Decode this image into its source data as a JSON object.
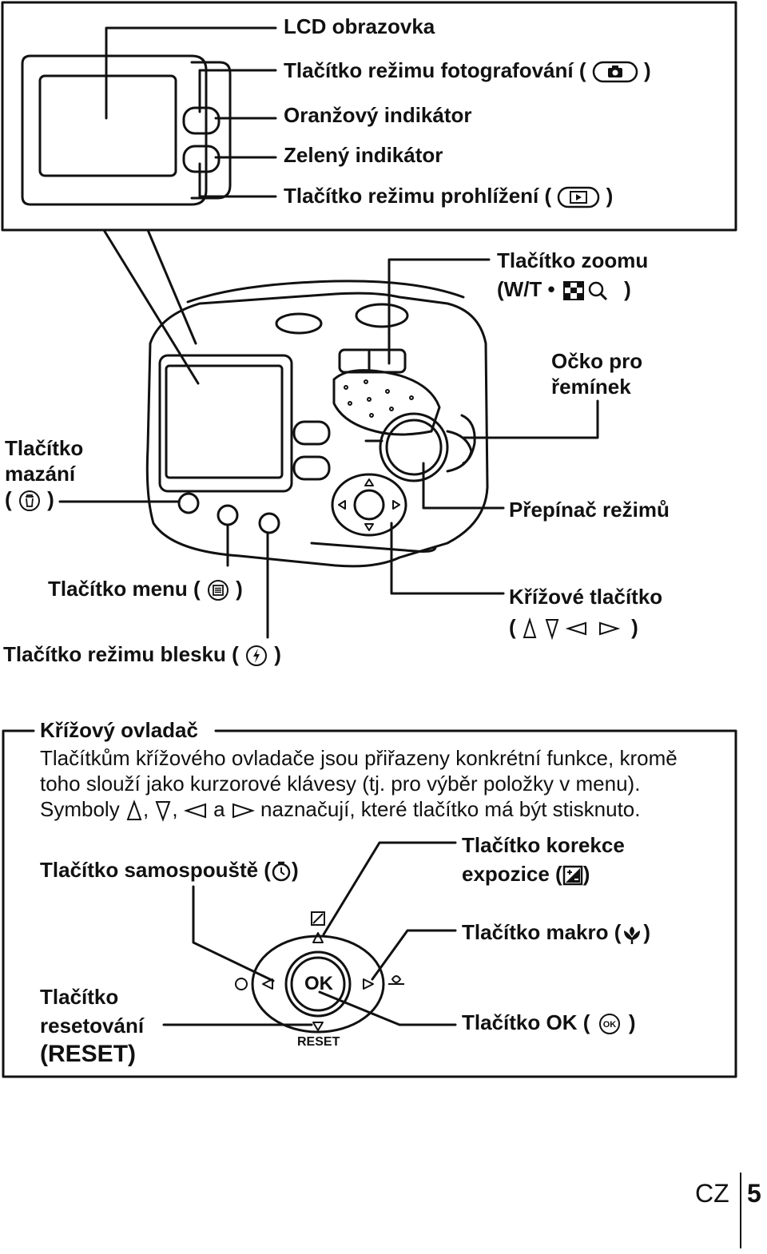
{
  "labels": {
    "lcd": "LCD obrazovka",
    "shoot_mode_pre": "Tlačítko režimu fotografování (",
    "shoot_mode_post": ")",
    "orange_indicator": "Oranžový indikátor",
    "green_indicator": "Zelený indikátor",
    "playback_pre": "Tlačítko režimu prohlížení (",
    "playback_post": ")",
    "zoom_line1": "Tlačítko zoomu",
    "zoom_line2_pre": "(W/T •",
    "zoom_line2_post": ")",
    "strap_line1": "Očko pro",
    "strap_line2": "řemínek",
    "erase_line1": "Tlačítko",
    "erase_line2": "mazání",
    "erase_line3_pre": "(",
    "erase_line3_post": ")",
    "mode_dial": "Přepínač režimů",
    "menu_pre": "Tlačítko menu (",
    "menu_post": ")",
    "flash_pre": "Tlačítko režimu blesku (",
    "flash_post": ")",
    "arrow_line1": "Křížové tlačítko",
    "arrow_line2_pre": "(",
    "arrow_line2_post": ")"
  },
  "arrow_pad": {
    "title": "Křížový ovladač",
    "line1": "Tlačítkům křížového ovladače jsou přiřazeny konkrétní funkce, kromě",
    "line2": "toho slouží jako kurzorové klávesy (tj. pro výběr položky v menu).",
    "line3_symbols": "Symboly",
    "line3_comma1": ",",
    "line3_comma2": ",",
    "line3_and": "a",
    "line3_rest": "naznačují, které tlačítko má být stisknuto."
  },
  "pad_labels": {
    "selftimer_pre": "Tlačítko samospouště (",
    "selftimer_post": ")",
    "exposure_line1": "Tlačítko korekce",
    "exposure_line2_pre": "expozice (",
    "exposure_line2_post": ")",
    "macro_pre": "Tlačítko makro (",
    "macro_post": ")",
    "reset_line1": "Tlačítko",
    "reset_line2": "resetování",
    "reset_line3": "RESET",
    "ok_pre": "Tlačítko OK (",
    "ok_post": ")",
    "ok_button_text": "OK",
    "reset_caption": "RESET"
  },
  "footer": {
    "lang": "CZ",
    "page": "5"
  },
  "icons": [
    "camera-icon",
    "play-icon",
    "magnify-icon",
    "trash-icon",
    "menu-icon",
    "flash-icon",
    "self-timer-icon",
    "exposure-icon",
    "macro-icon",
    "ok-icon"
  ]
}
